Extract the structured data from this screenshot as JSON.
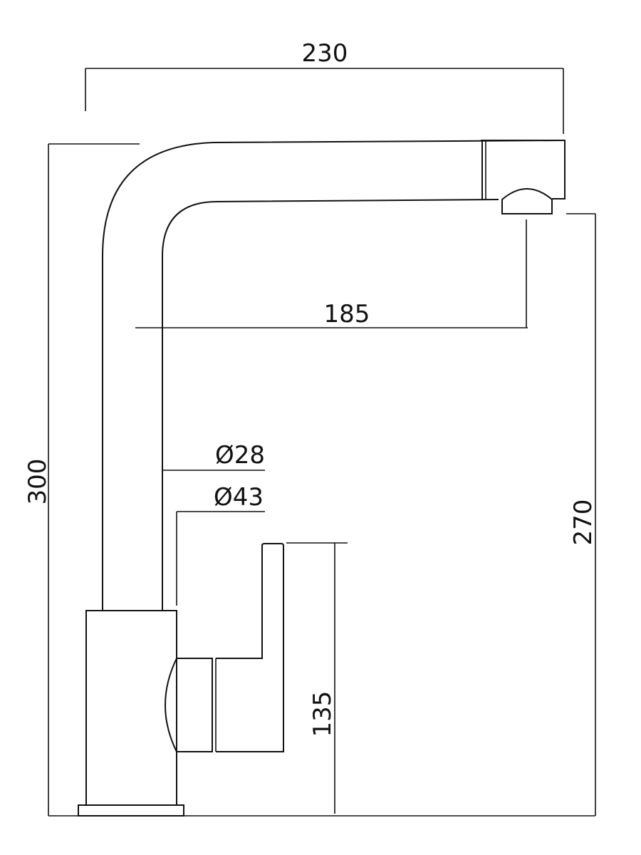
{
  "dimensions": {
    "overall_reach": "230",
    "spout_reach": "185",
    "overall_height": "300",
    "spout_outlet_height": "270",
    "lever_height": "135",
    "spout_diameter": "Ø28",
    "body_diameter": "Ø43"
  }
}
